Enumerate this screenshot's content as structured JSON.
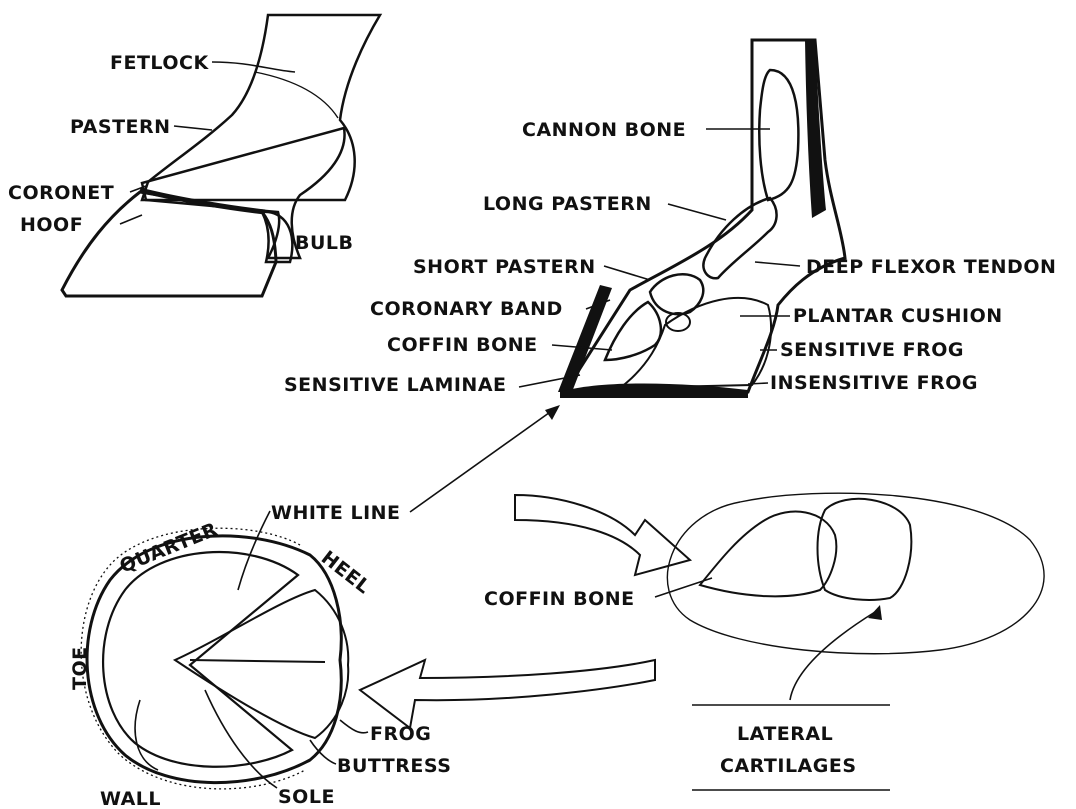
{
  "external_view": {
    "labels": {
      "fetlock": "FETLOCK",
      "pastern": "PASTERN",
      "coronet": "CORONET",
      "hoof": "HOOF",
      "bulb": "BULB"
    }
  },
  "cross_section": {
    "labels": {
      "cannon_bone": "CANNON BONE",
      "long_pastern": "LONG PASTERN",
      "short_pastern": "SHORT PASTERN",
      "deep_flexor_tendon": "DEEP FLEXOR TENDON",
      "coronary_band": "CORONARY BAND",
      "plantar_cushion": "PLANTAR CUSHION",
      "coffin_bone": "COFFIN BONE",
      "sensitive_frog": "SENSITIVE FROG",
      "sensitive_laminae": "SENSITIVE LAMINAE",
      "insensitive_frog": "INSENSITIVE FROG"
    }
  },
  "sole_view": {
    "labels": {
      "white_line": "WHITE LINE",
      "quarter": "QUARTER",
      "heel": "HEEL",
      "toe": "TOE",
      "frog": "FROG",
      "buttress": "BUTTRESS",
      "wall": "WALL",
      "sole": "SOLE"
    }
  },
  "coffin_view": {
    "labels": {
      "coffin_bone": "COFFIN BONE",
      "lateral_cartilages_line1": "LATERAL",
      "lateral_cartilages_line2": "CARTILAGES"
    }
  }
}
